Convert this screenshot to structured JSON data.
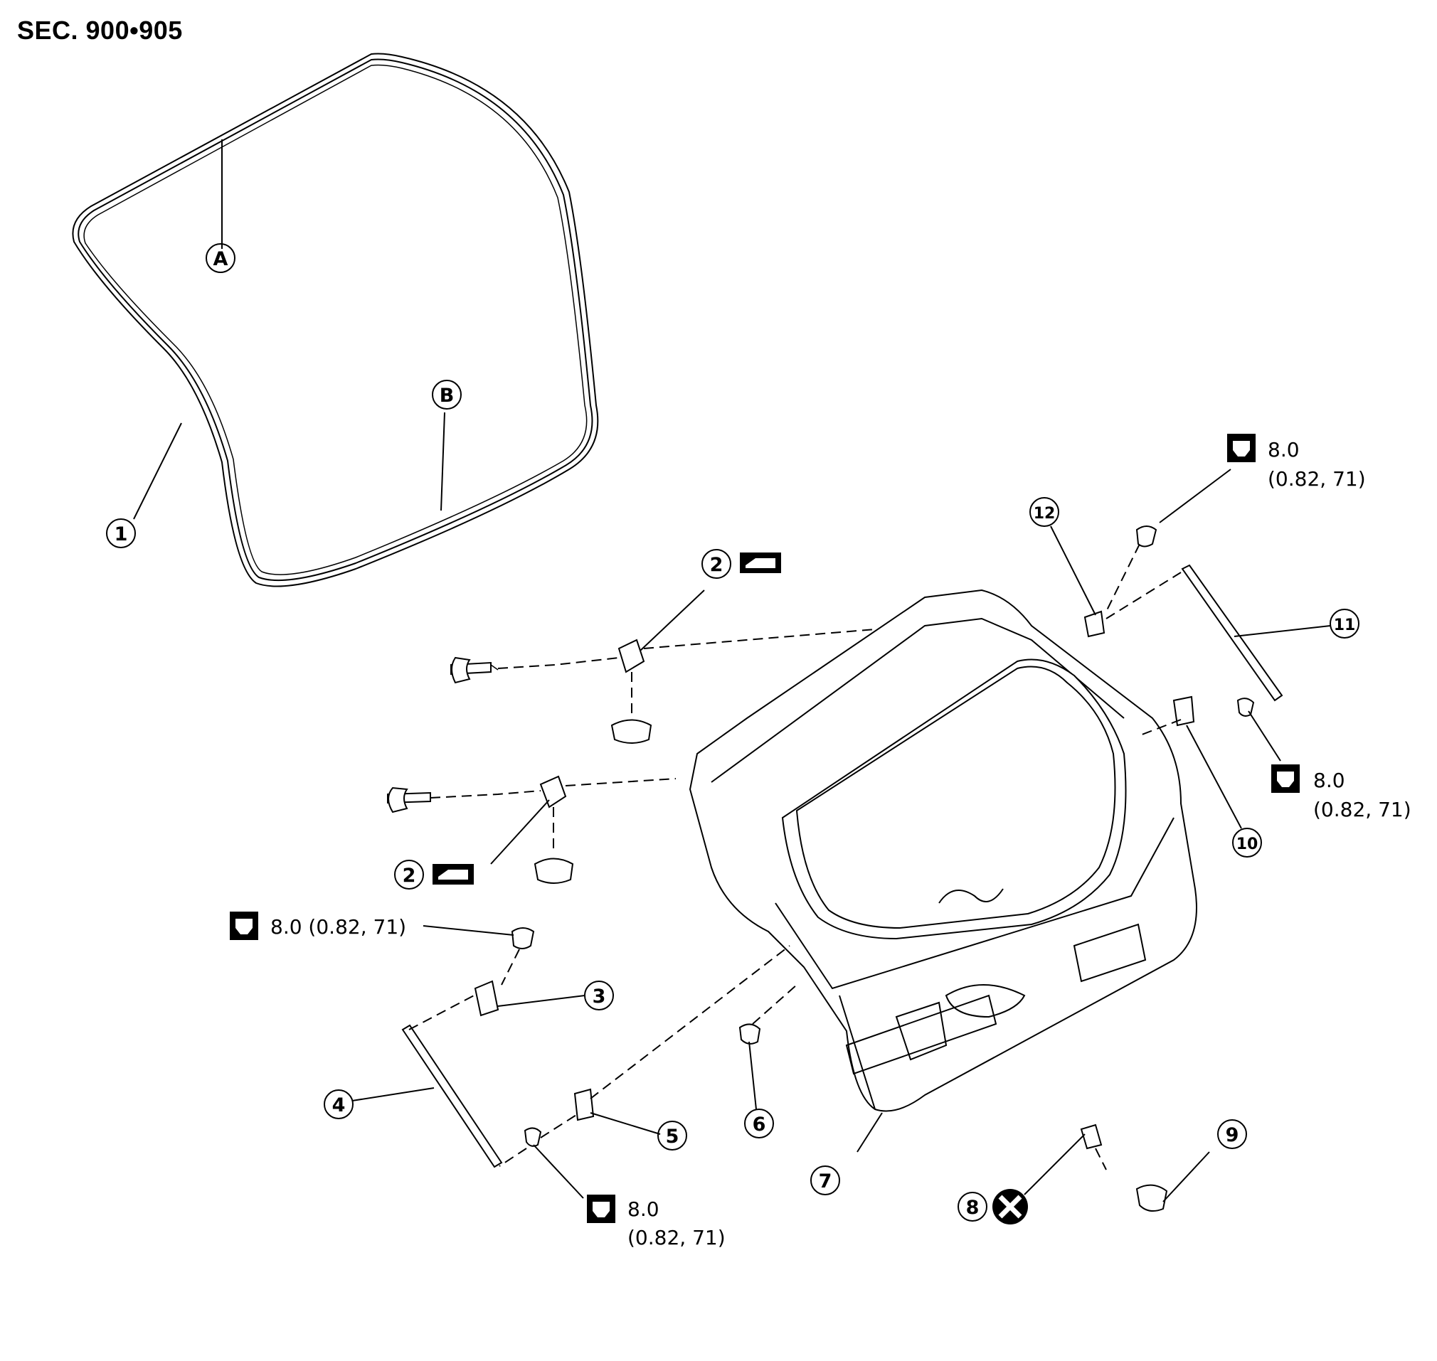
{
  "section_label": "SEC. 900•905",
  "callouts": [
    {
      "id": "1",
      "text": "1"
    },
    {
      "id": "2a",
      "text": "2"
    },
    {
      "id": "2b",
      "text": "2"
    },
    {
      "id": "3",
      "text": "3"
    },
    {
      "id": "4",
      "text": "4"
    },
    {
      "id": "5",
      "text": "5"
    },
    {
      "id": "6",
      "text": "6"
    },
    {
      "id": "7",
      "text": "7"
    },
    {
      "id": "8",
      "text": "8"
    },
    {
      "id": "9",
      "text": "9"
    },
    {
      "id": "10",
      "text": "10"
    },
    {
      "id": "11",
      "text": "11"
    },
    {
      "id": "12",
      "text": "12"
    },
    {
      "id": "A",
      "text": "A"
    },
    {
      "id": "B",
      "text": "B"
    }
  ],
  "torque": {
    "t12": {
      "value": "8.0",
      "detail": "(0.82, 71)"
    },
    "t10": {
      "value": "8.0",
      "detail": "(0.82, 71)"
    },
    "t3": {
      "value": "8.0 (0.82, 71)"
    },
    "t5": {
      "value": "8.0",
      "detail": "(0.82, 71)"
    }
  },
  "symbols": {
    "torque_icon": "torque-wrench-icon",
    "grease_icon": "grease-gun-icon",
    "replace_icon": "do-not-reuse-icon"
  }
}
